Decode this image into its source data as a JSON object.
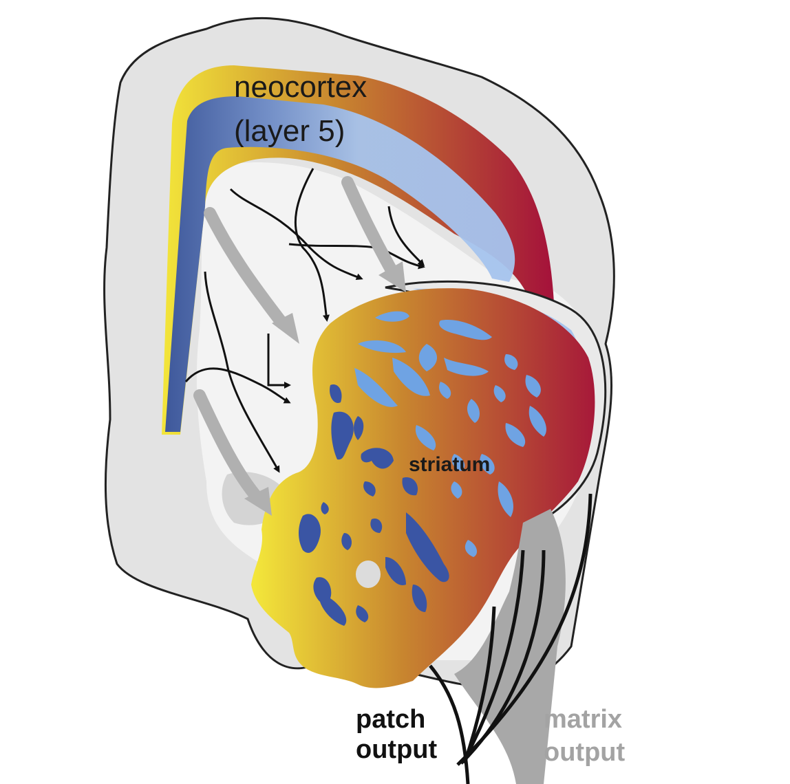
{
  "labels": {
    "neocortex_line1": "neocortex",
    "neocortex_line2": "(layer 5)",
    "striatum": "striatum",
    "patch_line1": "patch",
    "patch_line2": "output",
    "matrix_line1": "matrix",
    "matrix_line2": "output"
  },
  "colors": {
    "background": "#ffffff",
    "brain_outline": "#222222",
    "brain_fill": "#e3e3e3",
    "inner_fill": "#f3f3f3",
    "gradient_yellow": "#f3e63a",
    "gradient_orange": "#c8862f",
    "gradient_red": "#a5133a",
    "layer_blue_dark": "#3551a0",
    "patch_blue_dark": "#3a55a4",
    "matrix_blue_light": "#6fa3e3",
    "layer_blue_light": "#a6c4ee",
    "patch_label": "#111111",
    "matrix_label": "#a3a3a3",
    "black_arrow": "#111111",
    "gray_arrow": "#b0b0b0"
  }
}
